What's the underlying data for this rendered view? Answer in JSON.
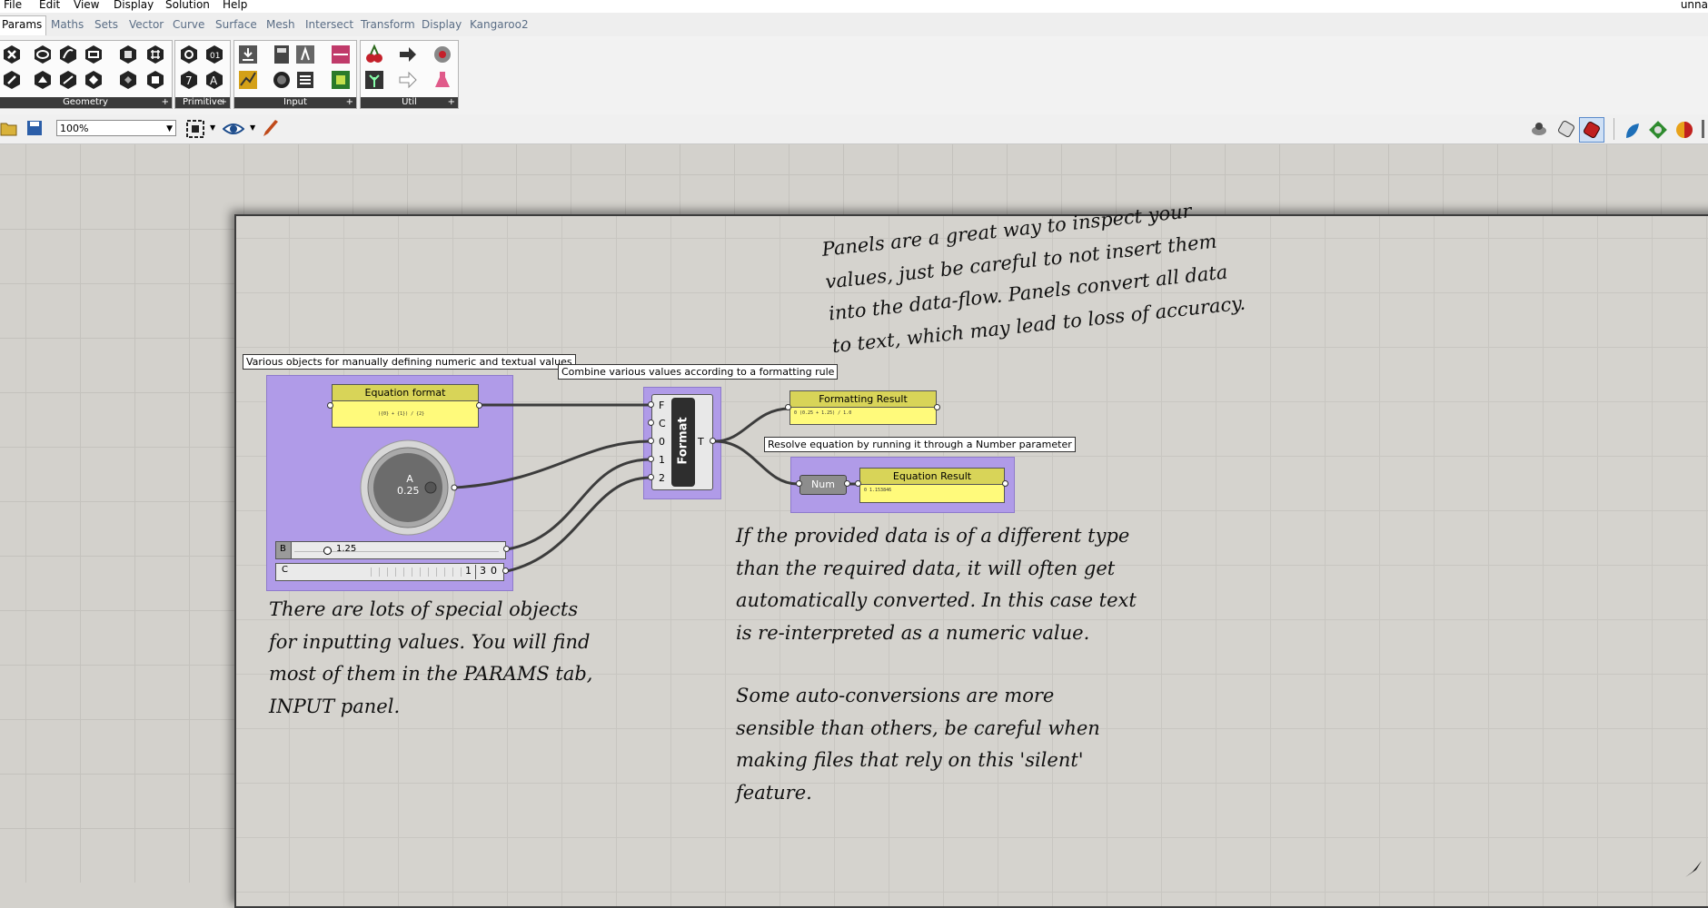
{
  "menu": {
    "items": [
      "File",
      "Edit",
      "View",
      "Display",
      "Solution",
      "Help"
    ],
    "user": "unna"
  },
  "tabs": [
    "Params",
    "Maths",
    "Sets",
    "Vector",
    "Curve",
    "Surface",
    "Mesh",
    "Intersect",
    "Transform",
    "Display",
    "Kangaroo2"
  ],
  "ribbon": {
    "groups": [
      "Geometry",
      "Primitive",
      "Input",
      "Util"
    ]
  },
  "toolbar": {
    "zoom": "100%"
  },
  "canvas": {
    "group_labels": {
      "inputs": "Various objects for manually defining numeric and textual values",
      "format": "Combine various values according to a formatting rule",
      "resolve": "Resolve equation by running it through a Number parameter"
    },
    "equation_panel": {
      "title": "Equation format",
      "content": "({0} + {1}) / {2}"
    },
    "knob": {
      "name": "A",
      "value": "0.25"
    },
    "slider_b": {
      "name": "B",
      "value": "1.25"
    },
    "digit_scroller": {
      "name": "C",
      "digits": [
        "1",
        "3",
        "0"
      ]
    },
    "format_component": {
      "title": "Format",
      "inputs": [
        "F",
        "C",
        "0",
        "1",
        "2"
      ],
      "output": "T"
    },
    "formatting_result": {
      "title": "Formatting Result",
      "content": "0 (0.25 + 1.25) / 1.0"
    },
    "num_param": {
      "label": "Num"
    },
    "equation_result": {
      "title": "Equation Result",
      "content": "0 1.153846"
    },
    "notes": {
      "panels": "Panels are a great way to inspect your\nvalues, just be careful to not insert them\ninto the data-flow. Panels convert all data\nto text, which may lead to loss of accuracy.",
      "special_objects": "There are lots of special objects\nfor inputting values. You will find\nmost of them in the PARAMS tab,\nINPUT panel.",
      "conversion": "If the provided data is of a different type\nthan the required data, it will often get\nautomatically converted. In this case text\nis re-interpreted as a numeric value.",
      "auto_conversions": "Some auto-conversions are more\nsensible than others, be careful when\nmaking files that rely on this 'silent'\nfeature."
    }
  },
  "colors": {
    "group": "#b09be8",
    "panel": "#fffa7b",
    "panel_title": "#d8d458",
    "canvas": "#d3d1cc",
    "wire": "#3c3c3c"
  }
}
